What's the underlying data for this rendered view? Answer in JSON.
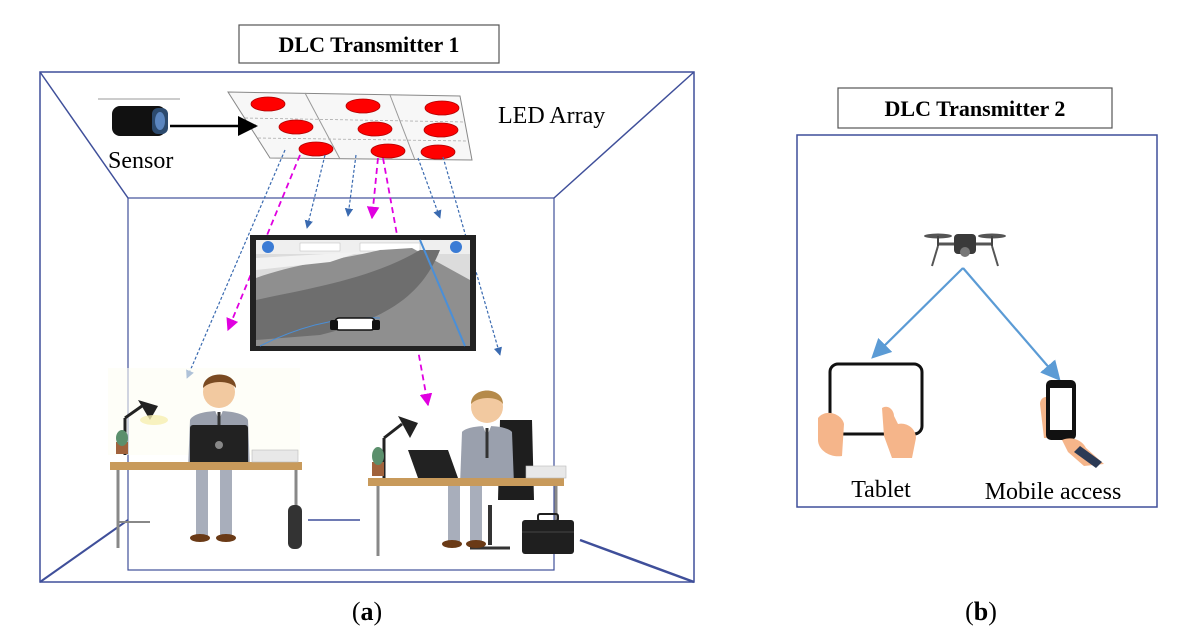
{
  "panel_a": {
    "title": "DLC Transmitter 1",
    "led_label": "LED Array",
    "sensor_label": "Sensor",
    "caption_letter": "a"
  },
  "panel_b": {
    "title": "DLC Transmitter 2",
    "tablet_label": "Tablet",
    "mobile_label": "Mobile access",
    "caption_letter": "b"
  },
  "colors": {
    "room_outline": "#3f4f9a",
    "led": "#ff0000",
    "data_arrow": "#e000e0",
    "light_arrow": "#3a6ab0",
    "link_arrow": "#5b9bd5"
  }
}
